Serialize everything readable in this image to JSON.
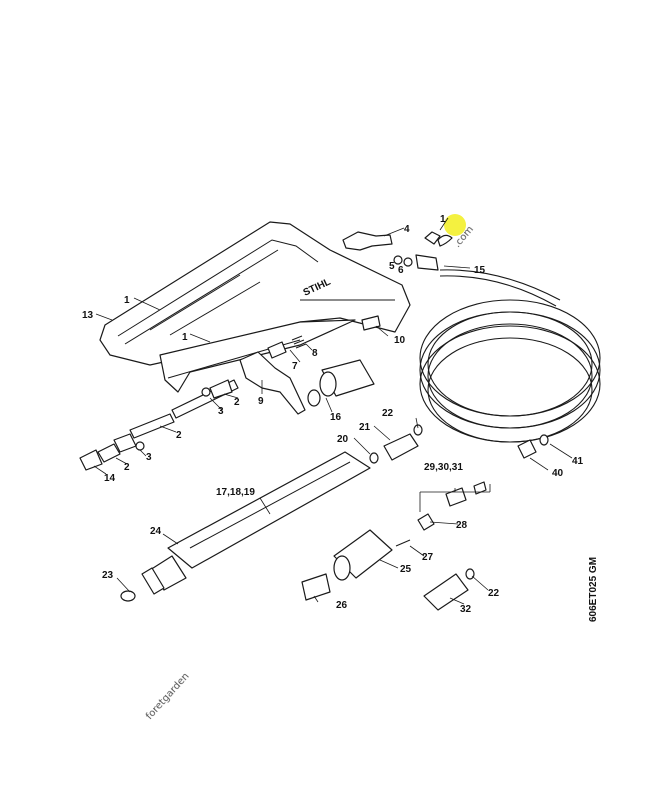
{
  "callouts": {
    "c1a": "1",
    "c1b": "1",
    "c1c": "1",
    "c2a": "2",
    "c2b": "2",
    "c2c": "2",
    "c3a": "3",
    "c3b": "3",
    "c4": "4",
    "c5": "5",
    "c6": "6",
    "c7": "7",
    "c8": "8",
    "c9": "9",
    "c10": "10",
    "c13": "13",
    "c14": "14",
    "c15": "15",
    "c16": "16",
    "c17_18_19": "17,18,19",
    "c20": "20",
    "c21": "21",
    "c22a": "22",
    "c22b": "22",
    "c23": "23",
    "c24": "24",
    "c25": "25",
    "c26": "26",
    "c27": "27",
    "c28": "28",
    "c29_30_31": "29,30,31",
    "c32": "32",
    "c40": "40",
    "c41": "41"
  },
  "drawing_code": "606ET025 GM",
  "handle_brand": "STIHL",
  "watermark": {
    "text": "foretgarden.com",
    "color": "#c8dca8"
  },
  "highlight": {
    "color": "#f2ee1e",
    "target_callout": "1"
  }
}
